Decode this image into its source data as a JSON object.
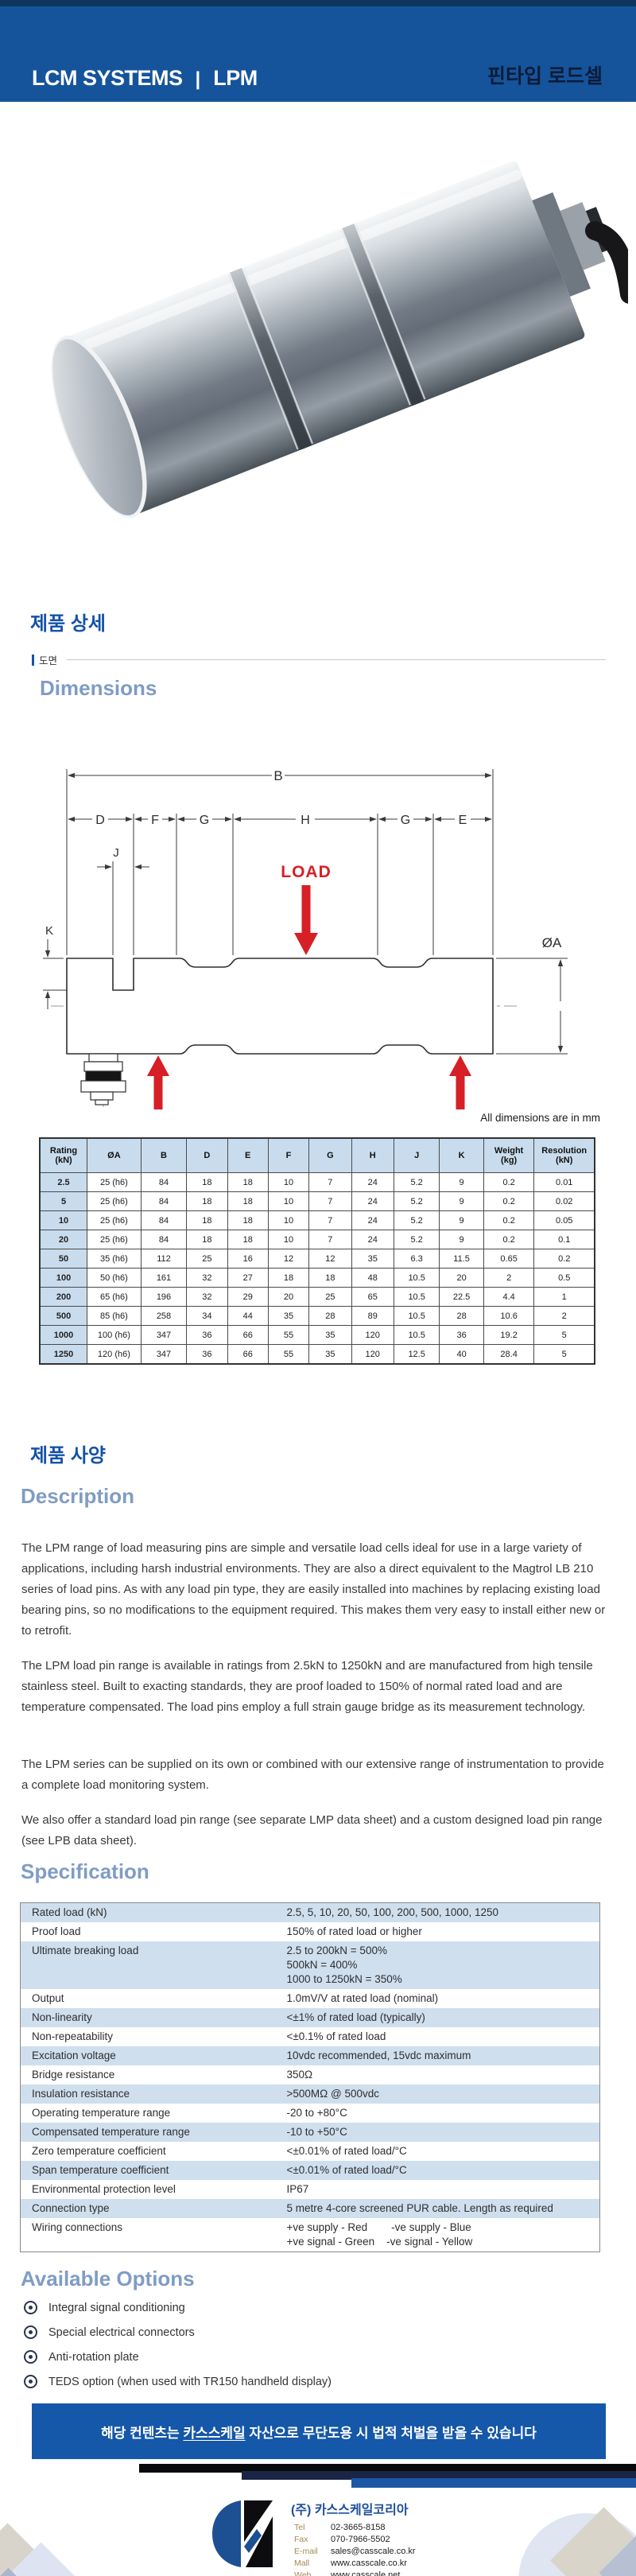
{
  "header": {
    "brand": "LCM SYSTEMS",
    "separator": "|",
    "model": "LPM",
    "subtitle": "핀타입 로드셀"
  },
  "detail_section": {
    "title": "제품 상세",
    "drawing_tab": "도면",
    "heading": "Dimensions",
    "units_note": "All dimensions are in mm",
    "drawing_labels": {
      "b": "B",
      "d": "D",
      "f": "F",
      "g1": "G",
      "h": "H",
      "g2": "G",
      "e": "E",
      "j": "J",
      "k": "K",
      "dia": "ØA",
      "load": "LOAD"
    }
  },
  "dim_table": {
    "headers": [
      "Rating\n(kN)",
      "ØA",
      "B",
      "D",
      "E",
      "F",
      "G",
      "H",
      "J",
      "K",
      "Weight\n(kg)",
      "Resolution\n(kN)"
    ],
    "rows": [
      [
        "2.5",
        "25 (h6)",
        "84",
        "18",
        "18",
        "10",
        "7",
        "24",
        "5.2",
        "9",
        "0.2",
        "0.01"
      ],
      [
        "5",
        "25 (h6)",
        "84",
        "18",
        "18",
        "10",
        "7",
        "24",
        "5.2",
        "9",
        "0.2",
        "0.02"
      ],
      [
        "10",
        "25 (h6)",
        "84",
        "18",
        "18",
        "10",
        "7",
        "24",
        "5.2",
        "9",
        "0.2",
        "0.05"
      ],
      [
        "20",
        "25 (h6)",
        "84",
        "18",
        "18",
        "10",
        "7",
        "24",
        "5.2",
        "9",
        "0.2",
        "0.1"
      ],
      [
        "50",
        "35 (h6)",
        "112",
        "25",
        "16",
        "12",
        "12",
        "35",
        "6.3",
        "11.5",
        "0.65",
        "0.2"
      ],
      [
        "100",
        "50 (h6)",
        "161",
        "32",
        "27",
        "18",
        "18",
        "48",
        "10.5",
        "20",
        "2",
        "0.5"
      ],
      [
        "200",
        "65 (h6)",
        "196",
        "32",
        "29",
        "20",
        "25",
        "65",
        "10.5",
        "22.5",
        "4.4",
        "1"
      ],
      [
        "500",
        "85 (h6)",
        "258",
        "34",
        "44",
        "35",
        "28",
        "89",
        "10.5",
        "28",
        "10.6",
        "2"
      ],
      [
        "1000",
        "100 (h6)",
        "347",
        "36",
        "66",
        "55",
        "35",
        "120",
        "10.5",
        "36",
        "19.2",
        "5"
      ],
      [
        "1250",
        "120 (h6)",
        "347",
        "36",
        "66",
        "55",
        "35",
        "120",
        "12.5",
        "40",
        "28.4",
        "5"
      ]
    ]
  },
  "spec_section": {
    "title": "제품 사양",
    "description_heading": "Description",
    "paragraphs": [
      "The LPM range of load measuring pins are simple and versatile load cells ideal for use in a large variety of applications, including harsh industrial environments. They are also a direct equivalent to the Magtrol LB 210 series of load pins. As with any load pin type, they are easily installed into machines by replacing existing load bearing pins, so no modifications to the equipment required. This makes them very easy to install either new or to retrofit.",
      "The LPM load pin range is available in ratings from 2.5kN to 1250kN and are manufactured from high tensile stainless steel. Built to exacting standards, they are proof loaded to 150% of normal rated load and are temperature compensated. The load pins employ a full strain gauge bridge as its measurement technology.",
      "The LPM series can be supplied on its own or combined with our extensive range of instrumentation to provide a complete load monitoring system.",
      "We also offer a standard load pin range (see separate LMP data sheet) and a custom designed load pin range (see LPB data sheet)."
    ],
    "specification_heading": "Specification",
    "spec_rows": [
      [
        "Rated load (kN)",
        "2.5, 5, 10, 20, 50, 100, 200, 500, 1000, 1250"
      ],
      [
        "Proof load",
        "150% of rated load or higher"
      ],
      [
        "Ultimate breaking load",
        "2.5 to 200kN = 500%\n500kN = 400%\n1000 to 1250kN = 350%"
      ],
      [
        "Output",
        "1.0mV/V at rated load (nominal)"
      ],
      [
        "Non-linearity",
        "<±1% of rated load (typically)"
      ],
      [
        "Non-repeatability",
        "<±0.1% of rated load"
      ],
      [
        "Excitation voltage",
        "10vdc recommended, 15vdc maximum"
      ],
      [
        "Bridge resistance",
        "350Ω"
      ],
      [
        "Insulation resistance",
        ">500MΩ @ 500vdc"
      ],
      [
        "Operating temperature range",
        "-20 to +80°C"
      ],
      [
        "Compensated temperature range",
        "-10 to +50°C"
      ],
      [
        "Zero temperature coefficient",
        "<±0.01% of rated load/°C"
      ],
      [
        "Span temperature coefficient",
        "<±0.01% of rated load/°C"
      ],
      [
        "Environmental protection level",
        "IP67"
      ],
      [
        "Connection type",
        "5 metre 4-core screened PUR cable. Length as required"
      ],
      [
        "Wiring connections",
        "+ve supply - Red        -ve supply - Blue\n+ve signal - Green    -ve signal - Yellow"
      ]
    ],
    "options_heading": "Available Options",
    "options": [
      "Integral signal conditioning",
      "Special electrical connectors",
      "Anti-rotation plate",
      "TEDS option (when used with TR150 handheld display)"
    ]
  },
  "banner": {
    "text_before": "해당 컨텐츠는 ",
    "highlight": "카스스케일",
    "text_after": " 자산으로 무단도용 시 법적 처벌을 받을 수 있습니다"
  },
  "footer": {
    "company": "(주) 카스스케일코리아",
    "contacts": [
      [
        "Tel",
        "02-3665-8158"
      ],
      [
        "Fax",
        "070-7966-5502"
      ],
      [
        "E-mail",
        "sales@casscale.co.kr"
      ],
      [
        "Mall",
        "www.casscale.co.kr"
      ],
      [
        "Web",
        "www.casscale.net"
      ]
    ]
  },
  "colors": {
    "header_blue": "#15549b",
    "title_blue": "#1452a8",
    "subheading_blue": "#7f9cc4",
    "table_header_bg": "#c9dcee",
    "spec_row_blue": "#cfdfee",
    "banner_blue": "#1557a8",
    "accent_red": "#d61f26",
    "label_gold": "#a28a52"
  }
}
